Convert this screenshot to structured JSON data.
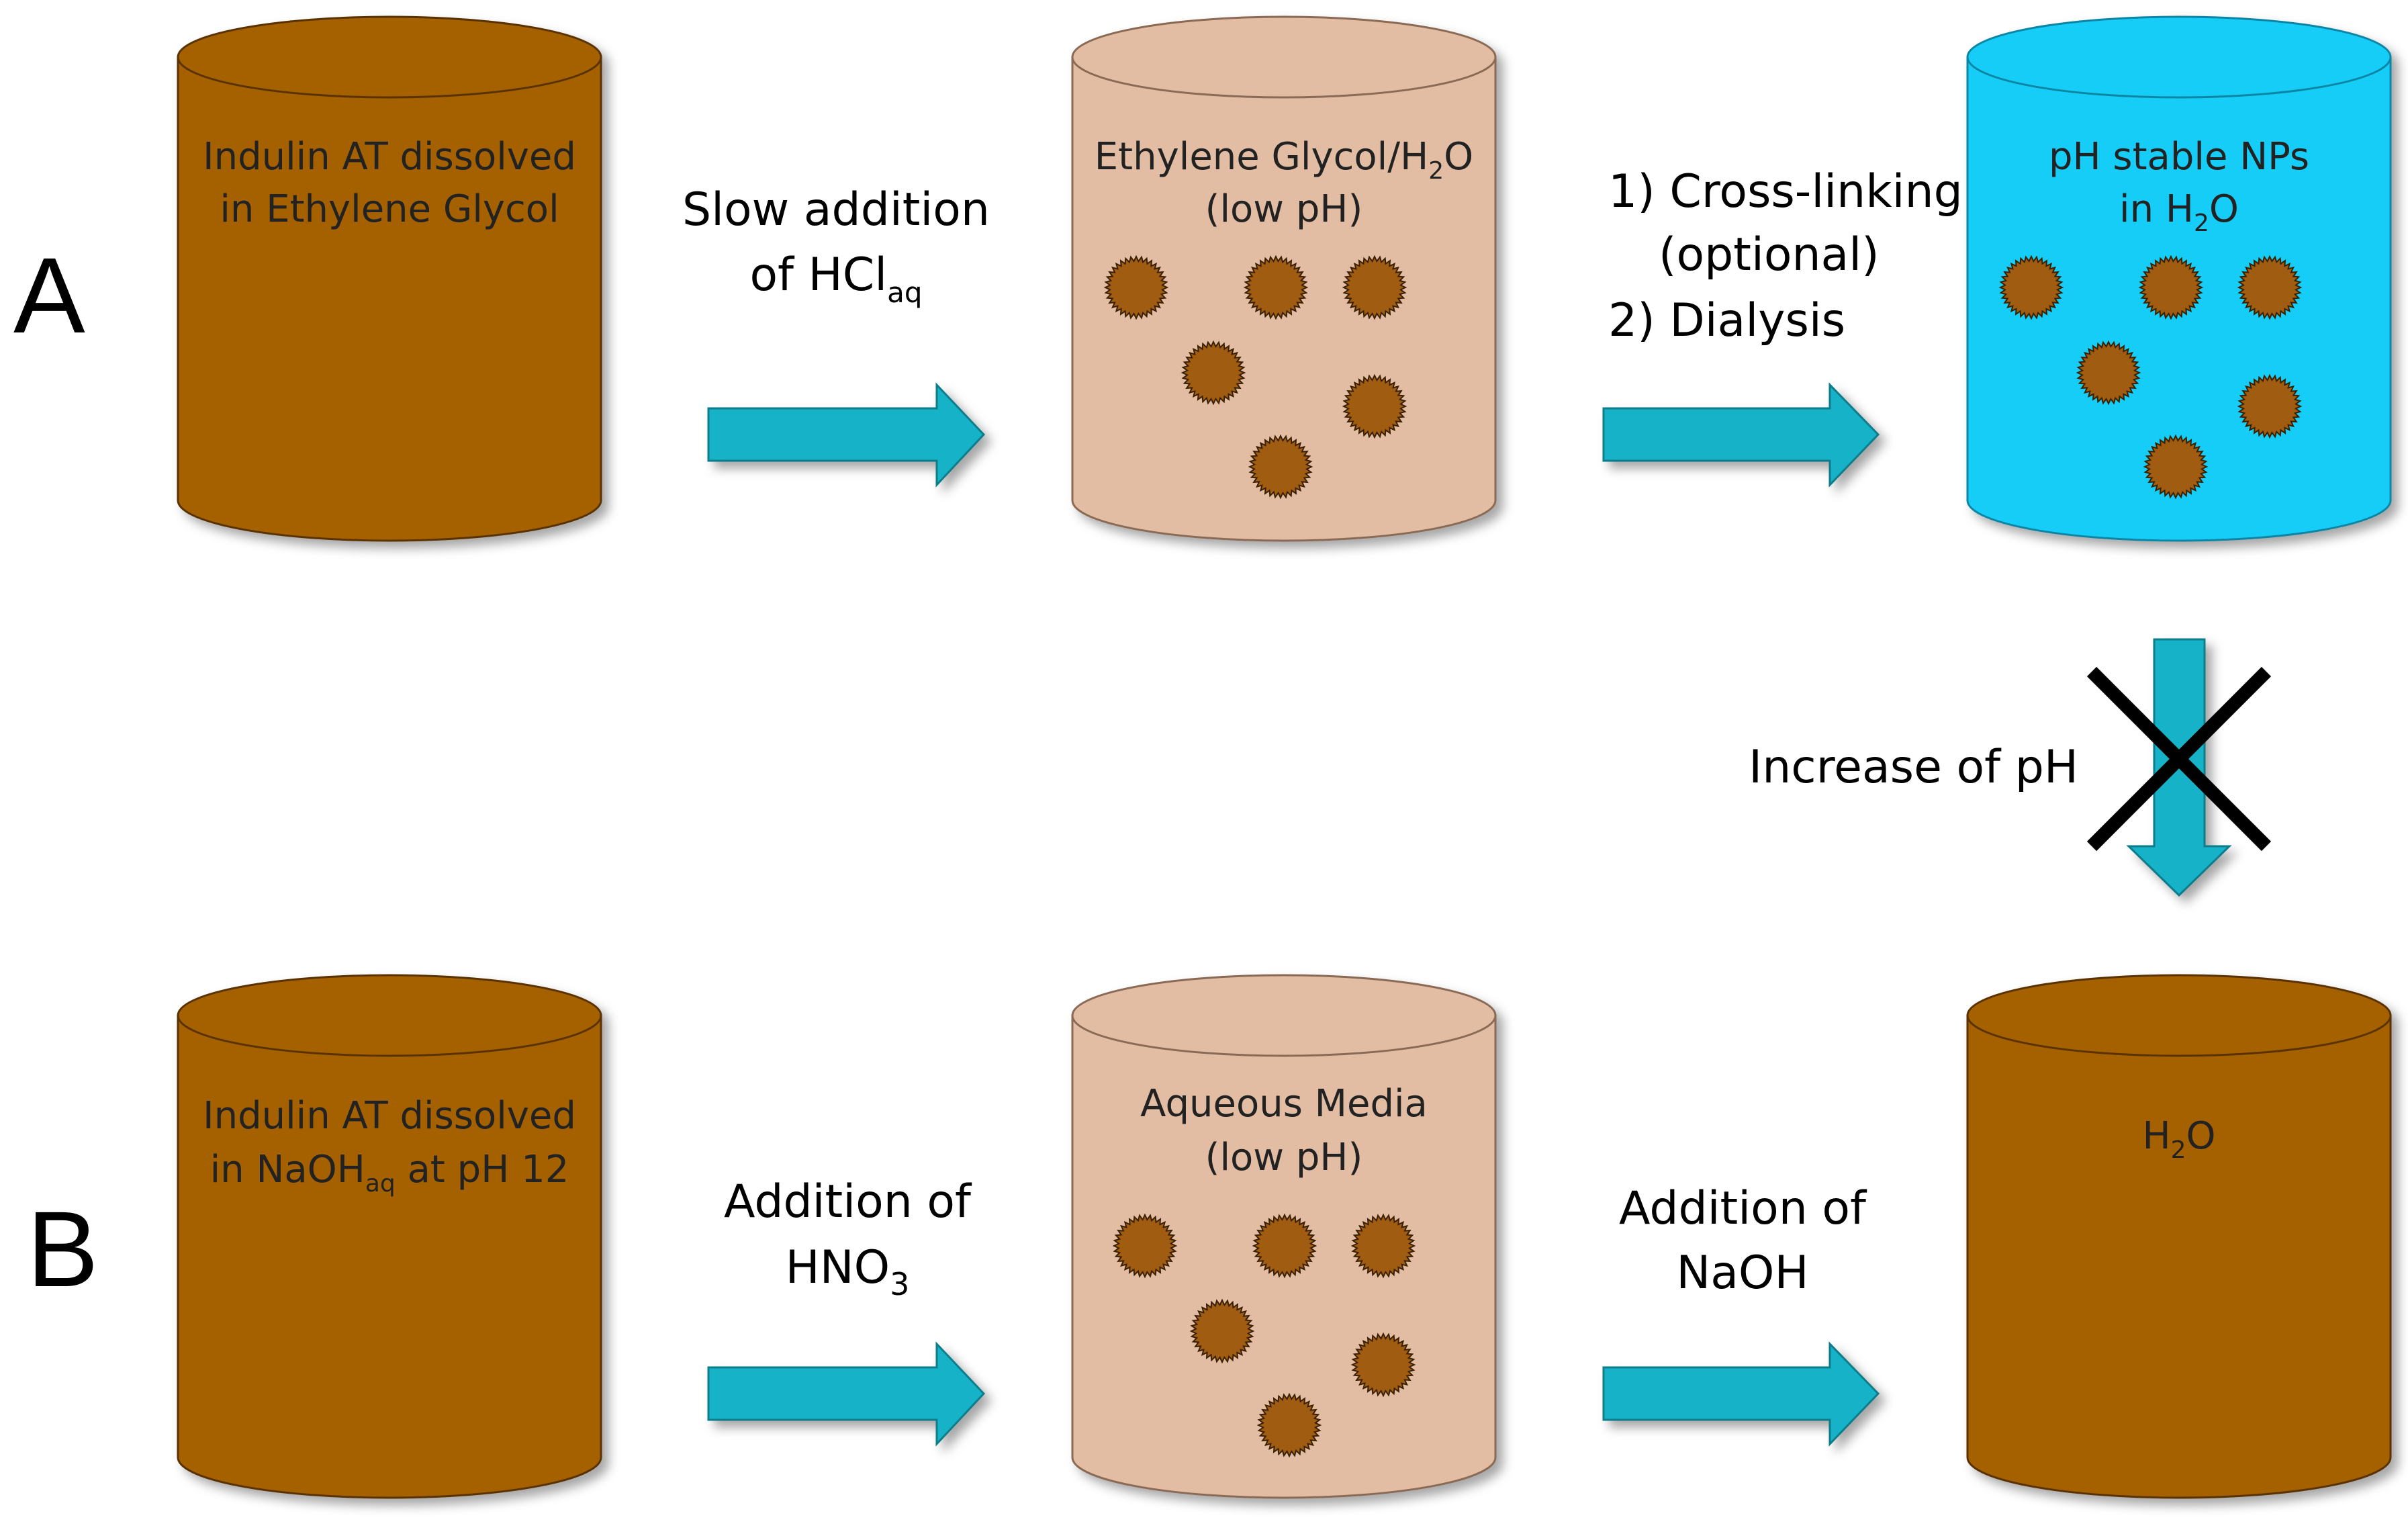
{
  "row_labels": {
    "a": "A",
    "b": "B"
  },
  "colors": {
    "lignin_brown": "#a56000",
    "pale_peach": "#e3bda3",
    "cyan_water": "#18cdf8",
    "arrow_teal": "#16b2c8",
    "particle_dark": "#a05c10"
  },
  "row_a": {
    "cyl1": {
      "line1": "Indulin AT dissolved",
      "line2": "in Ethylene Glycol"
    },
    "step1": {
      "line1": "Slow addition",
      "line2_main": "of HCl",
      "line2_sub": "aq"
    },
    "cyl2": {
      "line1_pre": "Ethylene Glycol/H",
      "line1_sub": "2",
      "line1_post": "O",
      "line2": "(low pH)"
    },
    "step2": {
      "line1": "1) Cross-linking",
      "line2": "(optional)",
      "line3": "2) Dialysis"
    },
    "cyl3": {
      "line1": "pH stable NPs",
      "line2_pre": "in H",
      "line2_sub": "2",
      "line2_post": "O"
    }
  },
  "vertical": {
    "label": "Increase of pH",
    "blocked_icon": "cross-mark-icon"
  },
  "row_b": {
    "cyl1": {
      "line1": "Indulin AT dissolved",
      "line2_pre": "in NaOH",
      "line2_sub": "aq",
      "line2_post": " at pH 12"
    },
    "step1": {
      "line1": "Addition of",
      "line2_main": "HNO",
      "line2_sub": "3"
    },
    "cyl2": {
      "line1": "Aqueous Media",
      "line2": "(low pH)"
    },
    "step2": {
      "line1": "Addition of",
      "line2": "NaOH"
    },
    "cyl3": {
      "line1_pre": "H",
      "line1_sub": "2",
      "line1_post": "O"
    }
  }
}
